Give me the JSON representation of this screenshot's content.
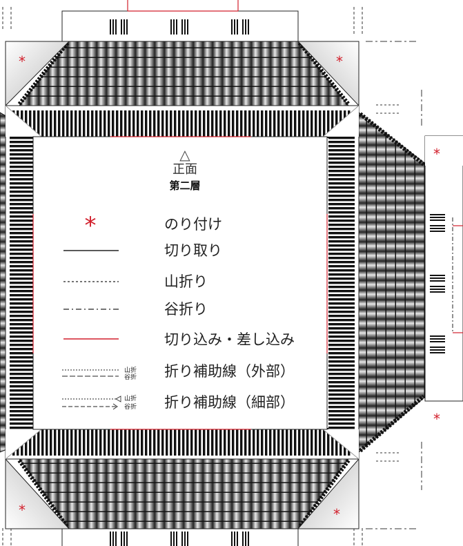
{
  "front_marker": "△",
  "front_label": "正面",
  "layer_label": "第二層",
  "glue_mark": "*",
  "legend": [
    {
      "key": "glue",
      "label": "のり付け",
      "small": []
    },
    {
      "key": "cut",
      "label": "切り取り",
      "small": []
    },
    {
      "key": "mountain",
      "label": "山折り",
      "small": []
    },
    {
      "key": "valley",
      "label": "谷折り",
      "small": []
    },
    {
      "key": "slit",
      "label": "切り込み・差し込み",
      "small": []
    },
    {
      "key": "guide-outer",
      "label": "折り補助線（外部）",
      "small": [
        "山折",
        "谷折"
      ]
    },
    {
      "key": "guide-inner",
      "label": "折り補助線（細部）",
      "small": [
        "山折",
        "谷折"
      ]
    }
  ],
  "colors": {
    "red": "#d21f2b",
    "roof_dark": "#2b2b2b",
    "roof_light": "#cfcfcf",
    "line": "#222222"
  }
}
